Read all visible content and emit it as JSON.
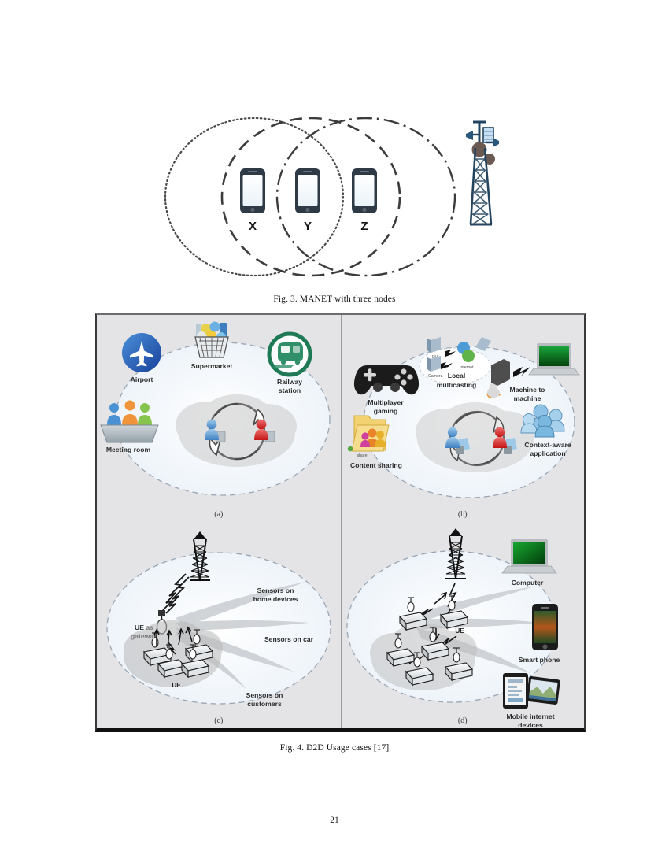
{
  "page": {
    "number": "21",
    "background": "#ffffff"
  },
  "figure3": {
    "caption": "Fig. 3. MANET with three nodes",
    "nodes": [
      {
        "id": "X",
        "label": "X",
        "coverage_style": "dotted"
      },
      {
        "id": "Y",
        "label": "Y",
        "coverage_style": "dashed"
      },
      {
        "id": "Z",
        "label": "Z",
        "coverage_style": "dash-dot"
      }
    ],
    "tower": {
      "name": "base-station-tower",
      "color": "#2b4a6f"
    },
    "phone_color": "#2e3b47",
    "screen_color": "#f2f8fb"
  },
  "figure4": {
    "caption": "Fig. 4. D2D Usage cases [17]",
    "frame_color": "#e4e4e6",
    "panels": [
      {
        "id": "a",
        "label": "(a)",
        "items": [
          {
            "name": "airport",
            "label": "Airport",
            "color": "#1f5fae"
          },
          {
            "name": "supermarket",
            "label": "Supermarket",
            "color": "#d8d8d8"
          },
          {
            "name": "railway-station",
            "label": "Railway\nstation",
            "label_line1": "Railway",
            "label_line2": "station",
            "color": "#1d7a54"
          },
          {
            "name": "meeting-room",
            "label": "Meeting room",
            "color": "#9aa2a8"
          }
        ],
        "center": {
          "name": "d2d-pair",
          "left_user_color": "#4a8fd4",
          "right_user_color": "#d92b2b"
        }
      },
      {
        "id": "b",
        "label": "(b)",
        "items": [
          {
            "name": "multiplayer-gaming",
            "label_line1": "Multiplayer",
            "label_line2": "gaming",
            "color": "#1b1b1b"
          },
          {
            "name": "local-multicasting",
            "label_line1": "Local",
            "label_line2": "multicasting",
            "color": "#8ea9c4"
          },
          {
            "name": "machine-to-machine",
            "label_line1": "Machine to",
            "label_line2": "machine",
            "color": "#4d4d4d"
          },
          {
            "name": "context-aware-application",
            "label_line1": "Context-aware",
            "label_line2": "application",
            "color": "#6fa8d4"
          },
          {
            "name": "content-sharing",
            "label": "Content sharing",
            "color": "#f0c148"
          }
        ],
        "micro_labels": [
          "DV",
          "Camera",
          "Internet"
        ],
        "center": {
          "name": "d2d-pair",
          "left_user_color": "#4a8fd4",
          "right_user_color": "#d92b2b"
        }
      },
      {
        "id": "c",
        "label": "(c)",
        "items": [
          {
            "name": "sensors-on-home-devices",
            "label_line1": "Sensors on",
            "label_line2": "home devices"
          },
          {
            "name": "sensors-on-car",
            "label_line1": "Sensors on car",
            "label_line2": ""
          },
          {
            "name": "sensors-on-customers",
            "label_line1": "Sensors on",
            "label_line2": "customers"
          },
          {
            "name": "ue-as-gateway",
            "label_line1": "UE as",
            "label_line2": "gateway"
          },
          {
            "name": "ue-cluster",
            "label": "UE"
          }
        ],
        "tower": {
          "name": "base-station-tower"
        }
      },
      {
        "id": "d",
        "label": "(d)",
        "items": [
          {
            "name": "computer",
            "label": "Computer",
            "color": "#0f8a2c"
          },
          {
            "name": "smart-phone",
            "label": "Smart phone",
            "color": "#1c1c1c"
          },
          {
            "name": "mobile-internet-devices",
            "label_line1": "Mobile internet",
            "label_line2": "devices",
            "color": "#1c1c1c"
          },
          {
            "name": "ue-cluster",
            "label": "UE"
          }
        ],
        "tower": {
          "name": "base-station-tower"
        }
      }
    ]
  }
}
